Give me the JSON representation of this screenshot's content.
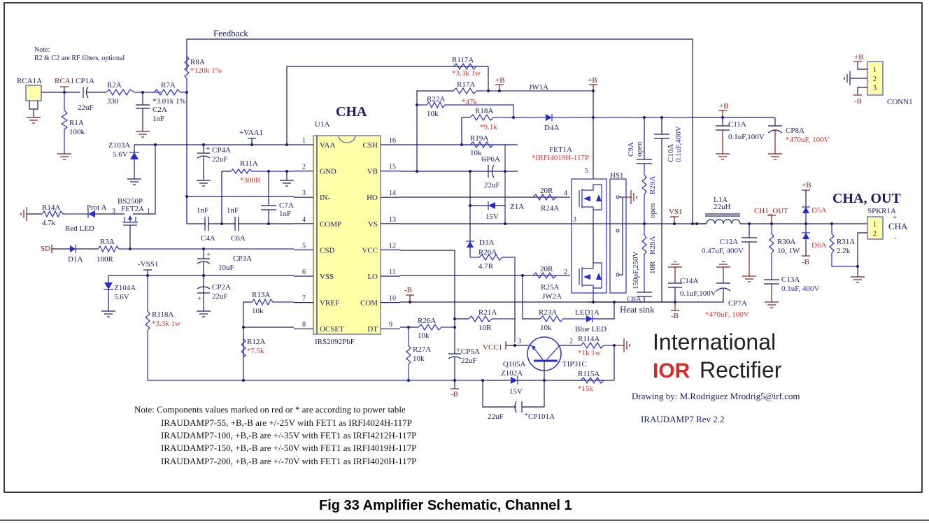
{
  "figure": {
    "title": "Fig 33 Amplifier Schematic, Channel 1",
    "channel_label": "CHA",
    "output_label": "CHA, OUT",
    "feedback_label": "Feedback"
  },
  "notes": {
    "rf_note_line1": "Note:",
    "rf_note_line2": "R2 & C2 are RF filters, optional",
    "power_note": "Note: Components values marked on red or * are according to power table",
    "power_table": [
      "IRAUDAMP7-55, +B,-B are +/-25V  with FET1 as IRFI4024H-117P",
      "IRAUDAMP7-100, +B,-B are +/-35V with FET1 as IRFI4212H-117P",
      "IRAUDAMP7-150, +B,-B are +/-50V with FET1 as IRFI4019H-117P",
      "IRAUDAMP7-200, +B,-B are +/-70V with FET1 as IRFI4020H-117P"
    ]
  },
  "ic": {
    "ref": "U1A",
    "part": "IRS2092PbF",
    "left_pins": [
      {
        "num": "1",
        "name": "VAA"
      },
      {
        "num": "2",
        "name": "GND"
      },
      {
        "num": "3",
        "name": "IN-"
      },
      {
        "num": "4",
        "name": "COMP"
      },
      {
        "num": "5",
        "name": "CSD"
      },
      {
        "num": "6",
        "name": "VSS"
      },
      {
        "num": "7",
        "name": "VREF"
      },
      {
        "num": "8",
        "name": "OCSET"
      }
    ],
    "right_pins": [
      {
        "num": "16",
        "name": "CSH"
      },
      {
        "num": "15",
        "name": "VB"
      },
      {
        "num": "14",
        "name": "HO"
      },
      {
        "num": "13",
        "name": "VS"
      },
      {
        "num": "12",
        "name": "VCC"
      },
      {
        "num": "11",
        "name": "LO"
      },
      {
        "num": "10",
        "name": "COM"
      },
      {
        "num": "9",
        "name": "DT"
      }
    ]
  },
  "components": {
    "rca1a": "RCA1A",
    "rca1": "RCA1",
    "cp1a": "CP1A",
    "cp1a_val": "22uF",
    "r1a": "R1A",
    "r1a_val": "100k",
    "r2a": "R2A",
    "r2a_val": "330",
    "r7a": "R7A",
    "r7a_val": "*3.01k 1%",
    "c2a": "C2A",
    "c2a_val": "1nF",
    "r8a": "R8A",
    "r8a_val": "*120k 1%",
    "z103a": "Z103A",
    "z103a_val": "5.6V",
    "vaa1": "+VAA1",
    "cp4a": "CP4A",
    "cp4a_val": "22uF",
    "r11a": "R11A",
    "r11a_val": "*300R",
    "c7a": "C7A",
    "c7a_val": "1nF",
    "c4a": "C4A",
    "c4a_val": "1nF",
    "c6a": "C6A",
    "c6a_val": "1nF",
    "r14a": "R14A",
    "r14a_val": "4.7k",
    "prot": "Prot A",
    "red_led": "Red LED",
    "fet2a": "FET2A",
    "fet2a_part": "BS250P",
    "sd": "SD",
    "d1a": "D1A",
    "r3a": "R3A",
    "r3a_val": "100R",
    "vss1": "-VSS1",
    "cp3a": "CP3A",
    "cp3a_val": "10uF",
    "cp2a": "CP2A",
    "cp2a_val": "22uF",
    "z104a": "Z104A",
    "z104a_val": "5.6V",
    "r118a": "R118A",
    "r118a_val": "*3.3k 1w",
    "r13a": "R13A",
    "r13a_val": "10k",
    "r12a": "R12A",
    "r12a_val": "*7.5k",
    "r117a": "R117A",
    "r117a_val": "*3.3k 1w",
    "r17a": "R17A",
    "r17a_val": "*47k",
    "r22a": "R22A",
    "r22a_val": "10k",
    "r18a": "R18A",
    "r18a_val": "*9.1k",
    "r19a": "R19A",
    "r19a_val": "10k",
    "cp6a": "CP6A",
    "cp6a_val": "22uF",
    "jw1a": "JW1A",
    "d4a": "D4A",
    "fet1a": "FET1A",
    "fet1a_part": "*IRFI4019H-117P",
    "z1a": "Z1A",
    "z1a_val": "15V",
    "r24a": "R24A",
    "r24a_val": "20R",
    "d3a": "D3A",
    "r20a": "R20A",
    "r20a_val": "4.7R",
    "r25a": "R25A",
    "r25a_val": "20R",
    "jw2a": "JW2A",
    "hs1": "HS1",
    "heat_sink": "Heat sink",
    "c9a": "C9A",
    "c9a_val": "open",
    "c10a": "C10A",
    "c10a_val": "0.1uF,400V",
    "r29a": "R29A",
    "r29a_val": "open",
    "r28a": "R28A",
    "r28a_val": "10R",
    "c8a": "C8A",
    "c8a_val": "150pF,250V",
    "vs1": "VS1",
    "c11a": "C11A",
    "c11a_val": "0.1uF,100V",
    "cp8a": "CP8A",
    "cp8a_val": "*470uF, 100V",
    "conn1": "CONN1",
    "l1a": "L1A",
    "l1a_val": "22uH",
    "ch1_out": "CH1_OUT",
    "c12a": "C12A",
    "c12a_val": "0.47uF, 400V",
    "r30a": "R30A",
    "r30a_val": "10, 1W",
    "c13a": "C13A",
    "c13a_val": "0.1uF, 400V",
    "d5a": "D5A",
    "d6a": "D6A",
    "r31a": "R31A",
    "r31a_val": "2.2k",
    "spkr1a": "SPKR1A",
    "c14a": "C14A",
    "c14a_val": "0.1uF,100V",
    "cp7a": "CP7A",
    "cp7a_val": "*470uF, 100V",
    "r26a": "R26A",
    "r26a_val": "10k",
    "r27a": "R27A",
    "r27a_val": "10k",
    "cp5a": "CP5A",
    "cp5a_val": "22uF",
    "r21a": "R21A",
    "r21a_val": "10R",
    "r23a": "R23A",
    "r23a_val": "10k",
    "led1a": "LED1A",
    "blue_led": "Blue LED",
    "vcc1": "VCC1",
    "q105a": "Q105A",
    "q105a_part": "TIP31C",
    "z102a": "Z102A",
    "z102a_val": "15V",
    "r114a": "R114A",
    "r114a_val": "*1k 1w",
    "r115a": "R115A",
    "r115a_val": "*15k",
    "cp101a": "CP101A",
    "cp101a_val": "22uF"
  },
  "rails": {
    "pos": "+B",
    "neg": "-B",
    "plus": "+",
    "minus": "-"
  },
  "spkr_pins": [
    "1",
    "2"
  ],
  "conn_pins": [
    "1",
    "2",
    "3"
  ],
  "logo": {
    "line1": "International",
    "brand": "IOR",
    "line2": "Rectifier"
  },
  "credits": {
    "drawing_by": "Drawing by: M.Rodriguez   Mrodrig5@irf.com",
    "revision": "IRAUDAMP7 Rev 2.2"
  }
}
